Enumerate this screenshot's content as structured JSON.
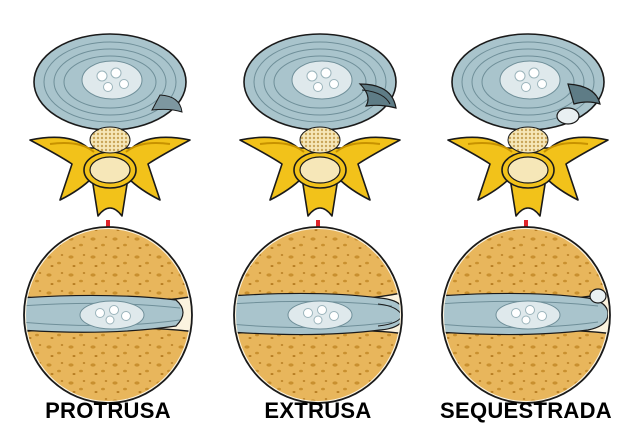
{
  "labels": {
    "protrusion": "PROTRUSA",
    "extrusion": "EXTRUSA",
    "sequestration": "SEQUESTRADA"
  },
  "colors": {
    "bone": "#e8b65c",
    "bone_dark": "#b98a2e",
    "vertebra_yellow": "#f2c21a",
    "annulus": "#a9c4cc",
    "annulus_line": "#6f8f99",
    "nucleus": "#dfe9ec",
    "spinal_cord": "#f6e7b8",
    "arrow": "#e0242a",
    "outline": "#1a1a1a"
  },
  "icons": {
    "arrow": "down-arrow-icon"
  }
}
